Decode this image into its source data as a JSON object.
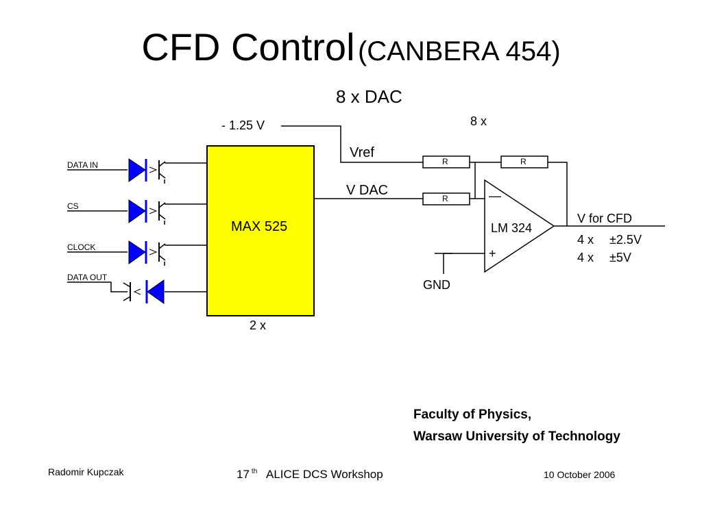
{
  "slide": {
    "title": "CFD Control",
    "subtitle": "(CANBERA 454)",
    "dac_heading": "8 x DAC"
  },
  "diagram": {
    "ref_voltage": "- 1.25 V",
    "vref_label": "Vref",
    "vdac_label": "V DAC",
    "resistor_label": "R",
    "multiplier_top": "8 x",
    "chip_label": "MAX 525",
    "chip_count": "2 x",
    "opamp_label": "LM 324",
    "opamp_minus": "—",
    "opamp_plus": "+",
    "gnd_label": "GND",
    "output_label": "V for CFD",
    "output_line1_prefix": "4 x",
    "output_line1_value": "2.5V",
    "output_line2_prefix": "4 x",
    "output_line2_value": "5V",
    "plusminus_symbol": "±",
    "opto_labels": [
      "DATA IN",
      "CS",
      "CLOCK",
      "DATA OUT"
    ],
    "colors": {
      "chip_fill": "#ffff00",
      "diode_fill": "#0000ff",
      "resistor_fill": "#ffffff"
    }
  },
  "affiliation": {
    "line1": "Faculty of Physics,",
    "line2": "Warsaw University of Technology"
  },
  "footer": {
    "author": "Radomir Kupczak",
    "event_number": "17",
    "event_suffix": "th",
    "event_name": "ALICE   DCS Workshop",
    "date": "10 October 2006"
  }
}
